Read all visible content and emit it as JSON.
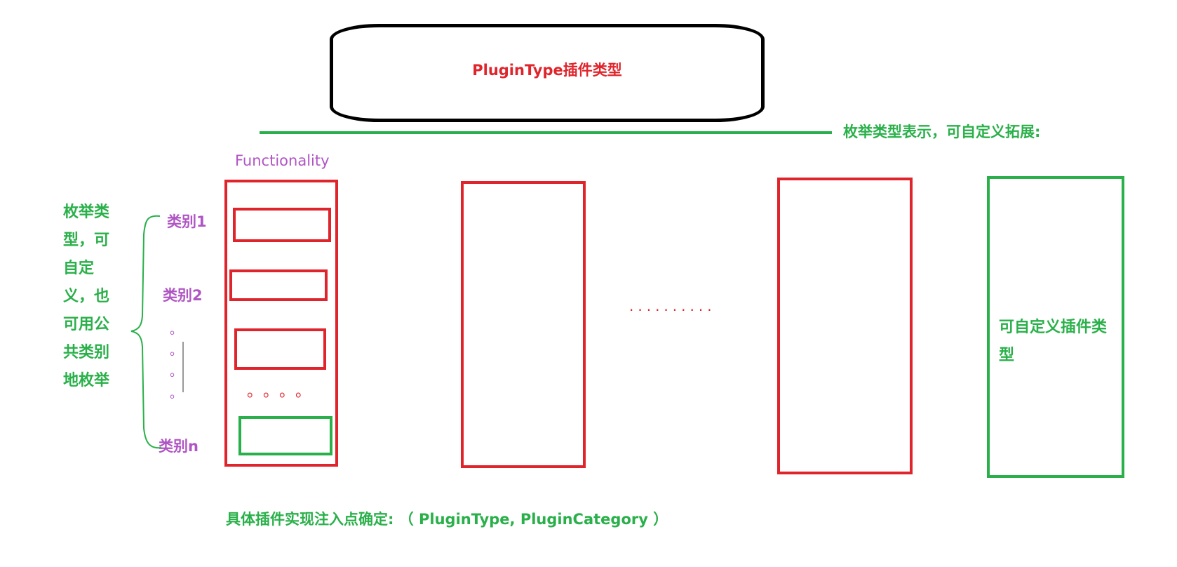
{
  "header": {
    "title": "PluginType插件类型"
  },
  "top_note": "枚举类型表示，可自定义拓展:",
  "functionality_label": "Functionality",
  "left_note": "枚举类型，可自定义，也可用公共类别地枚举",
  "categories": {
    "first": "类别1",
    "second": "类别2",
    "last": "类别n"
  },
  "vertical_ellipsis_glyph": "。",
  "inner_ellipsis": "。。。。",
  "middle_ellipsis": "··········",
  "custom_plugin_label": "可自定义插件类型",
  "bottom_note": "具体插件实现注入点确定: （ PluginType, PluginCategory ）",
  "colors": {
    "red": "#e0242b",
    "green": "#2ab04a",
    "purple": "#b055c4",
    "black": "#000000"
  }
}
